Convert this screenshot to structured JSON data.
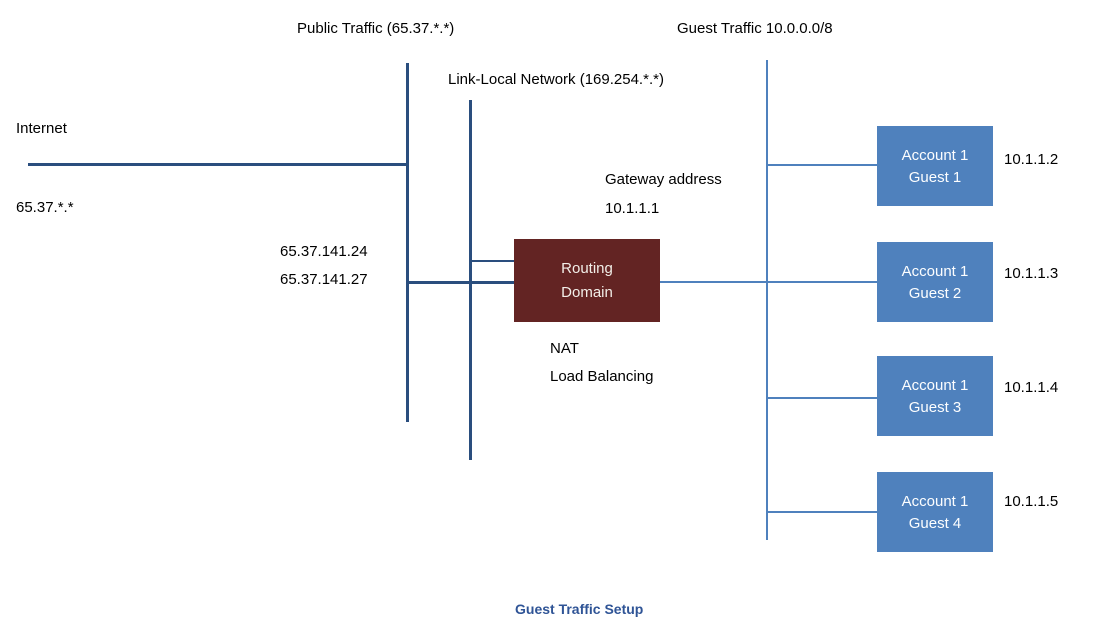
{
  "diagram": {
    "title_public": "Public Traffic (65.37.*.*)",
    "title_guest": "Guest Traffic 10.0.0.0/8",
    "title_linklocal": "Link-Local Network (169.254.*.*)",
    "internet_label": "Internet",
    "internet_subnet": "65.37.*.*",
    "public_ip_1": "65.37.141.24",
    "public_ip_2": "65.37.141.27",
    "gateway_label": "Gateway address",
    "gateway_ip": "10.1.1.1",
    "nat_label": "NAT",
    "load_balancing_label": "Load Balancing",
    "caption": "Guest Traffic Setup"
  },
  "routing_domain": {
    "line1": "Routing",
    "line2": "Domain"
  },
  "guests": [
    {
      "account": "Account 1",
      "guest": "Guest 1",
      "ip": "10.1.1.2"
    },
    {
      "account": "Account 1",
      "guest": "Guest 2",
      "ip": "10.1.1.3"
    },
    {
      "account": "Account 1",
      "guest": "Guest 3",
      "ip": "10.1.1.4"
    },
    {
      "account": "Account 1",
      "guest": "Guest 4",
      "ip": "10.1.1.5"
    }
  ],
  "colors": {
    "trunk_line": "#2A4E7E",
    "branch_line": "#4F81BD",
    "guest_box_fill": "#4F81BD",
    "routing_box_fill": "#632423",
    "caption_text": "#2F5496"
  }
}
